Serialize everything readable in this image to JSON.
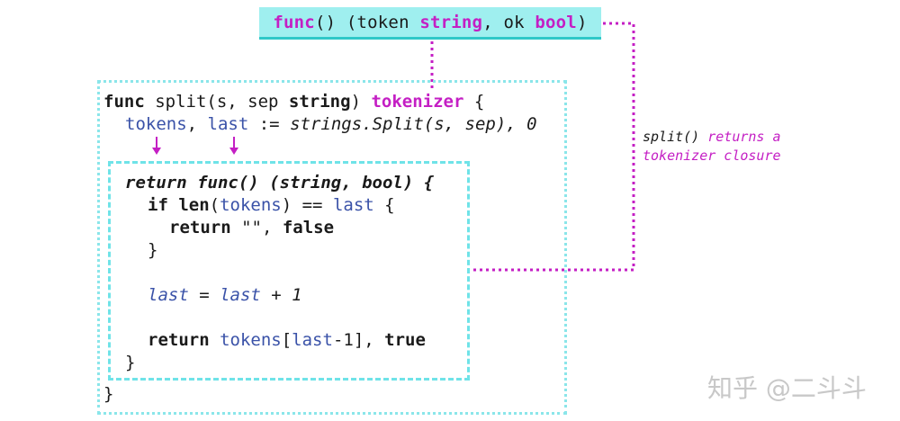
{
  "signature": {
    "func_kw": "func",
    "parens": "() (token ",
    "string_kw": "string",
    "ok_text": ", ok ",
    "bool_kw": "bool",
    "close": ")"
  },
  "outer": {
    "l1_func": "func",
    "l1_sig": " split(s, sep ",
    "l1_string": "string",
    "l1_close": ") ",
    "l1_tokenizer": "tokenizer",
    "l1_brace": " {",
    "l2_tokens": "tokens",
    "l2_comma": ", ",
    "l2_last": "last",
    "l2_assign": " := ",
    "l2_call": "strings.Split(s, sep), 0",
    "close_brace": "}"
  },
  "inner": {
    "r1_return": "return",
    "r1_rest": " func() (string, bool) {",
    "r2_if": "if len",
    "r2_paren": "(",
    "r2_tokens": "tokens",
    "r2_mid": ") == ",
    "r2_last": "last",
    "r2_brace": " {",
    "r3_return": "return",
    "r3_empty": " \"\", ",
    "r3_false": "false",
    "r4_brace": "}",
    "r5_last1": "last",
    "r5_eq": " = ",
    "r5_last2": "last",
    "r5_plus": " + 1",
    "r6_return": "return",
    "r6_tokens": " tokens",
    "r6_bracket": "[",
    "r6_last": "last",
    "r6_minus": "-1], ",
    "r6_true": "true",
    "r7_brace": "}"
  },
  "annotation": {
    "fn": "split()",
    "line1_rest": " returns a",
    "line2": "tokenizer closure"
  },
  "watermark": "知乎 @二斗斗",
  "colors": {
    "accent_magenta": "#c41fc4",
    "box_cyan": "#9fefef",
    "border_cyan": "#6fe3e8",
    "identifier_blue": "#3a52a8"
  }
}
